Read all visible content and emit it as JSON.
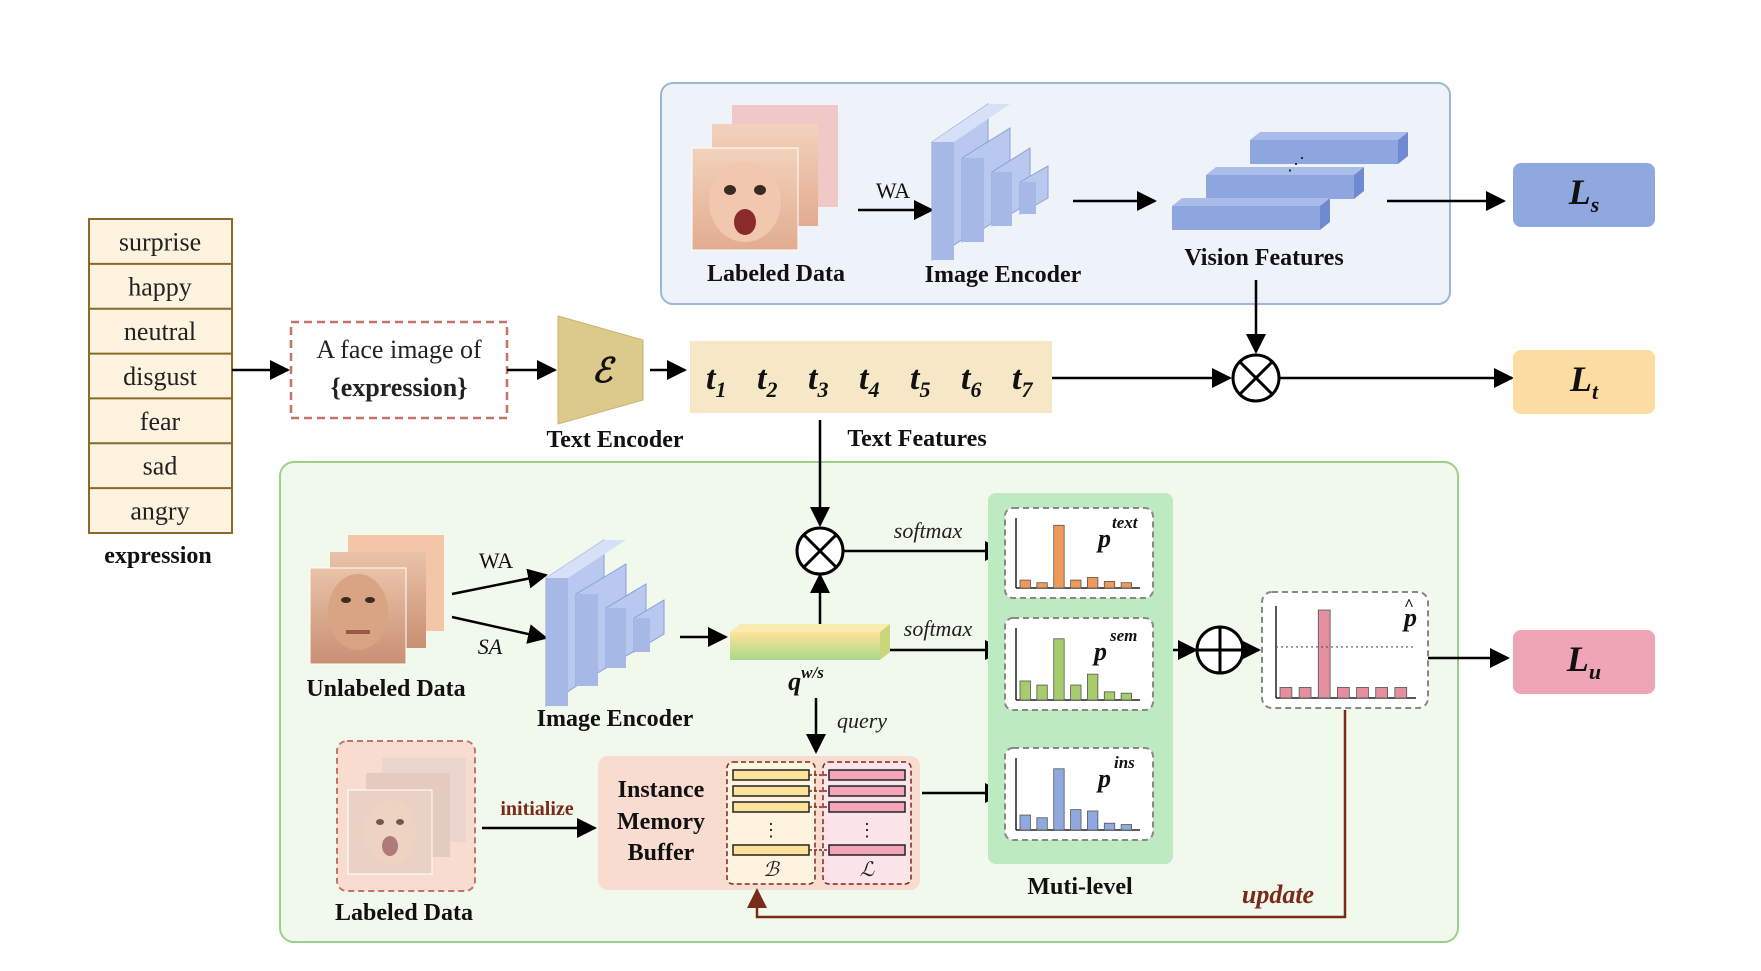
{
  "expression_list": [
    "surprise",
    "happy",
    "neutral",
    "disgust",
    "fear",
    "sad",
    "angry"
  ],
  "expression_caption": "expression",
  "prompt": {
    "line1": "A face image of",
    "line2": "{expression}"
  },
  "text_encoder": {
    "symbol": "ℰ",
    "label": "Text Encoder"
  },
  "text_features": {
    "label": "Text Features",
    "tokens": [
      "t",
      "t",
      "t",
      "t",
      "t",
      "t",
      "t"
    ],
    "subscripts": [
      "1",
      "2",
      "3",
      "4",
      "5",
      "6",
      "7"
    ]
  },
  "supervised": {
    "labeled_data": "Labeled Data",
    "wa": "WA",
    "image_encoder": "Image Encoder",
    "vision_features": "Vision Features",
    "dots": "⋰"
  },
  "losses": {
    "ls": {
      "main": "L",
      "sub": "s",
      "color": "#8fa9e0"
    },
    "lt": {
      "main": "L",
      "sub": "t",
      "color": "#fcdca0"
    },
    "lu": {
      "main": "L",
      "sub": "u",
      "color": "#efa5b5"
    }
  },
  "unsupervised": {
    "unlabeled_data": "Unlabeled Data",
    "wa": "WA",
    "sa": "SA",
    "image_encoder": "Image Encoder",
    "q_main": "q",
    "q_sup": "w/s",
    "query": "query",
    "softmax_1": "softmax",
    "softmax_2": "softmax",
    "labeled_data": "Labeled Data",
    "initialize": "initialize",
    "memory": {
      "line1": "Instance",
      "line2": "Memory",
      "line3": "Buffer",
      "b": "ℬ",
      "l": "ℒ",
      "vdots": "⋮"
    },
    "multilevel": "Muti-level",
    "update": "update"
  },
  "distributions": {
    "text": {
      "sup": "text",
      "color": "#ef9a5a",
      "values": [
        0.12,
        0.08,
        0.95,
        0.12,
        0.16,
        0.1,
        0.08
      ]
    },
    "sem": {
      "sup": "sem",
      "color": "#a7cc6c",
      "values": [
        0.28,
        0.22,
        0.9,
        0.22,
        0.38,
        0.12,
        0.1
      ]
    },
    "ins": {
      "sup": "ins",
      "color": "#8fa9e0",
      "values": [
        0.22,
        0.18,
        0.9,
        0.3,
        0.28,
        0.1,
        0.08
      ]
    },
    "hat": {
      "main": "p",
      "hat": "^",
      "color": "#e48ea0",
      "values": [
        0.12,
        0.12,
        1.0,
        0.12,
        0.12,
        0.12,
        0.12
      ]
    }
  }
}
